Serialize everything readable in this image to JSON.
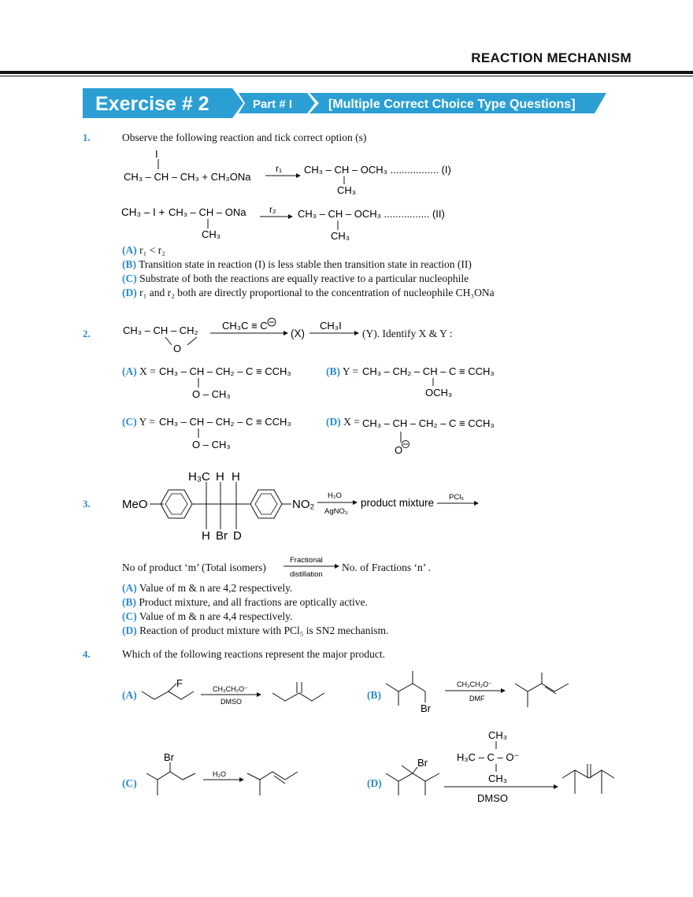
{
  "header": {
    "title": "REACTION MECHANISM"
  },
  "banner": {
    "exercise": "Exercise # 2",
    "part": "Part # I",
    "type": "[Multiple Correct Choice Type Questions]",
    "colors": {
      "banner": "#2b9fd3",
      "text": "#ffffff"
    }
  },
  "q1": {
    "number": "1.",
    "stem": "Observe the following reaction and tick correct option (s)",
    "options": [
      {
        "label": "(A)",
        "text": "r₁ < r₂"
      },
      {
        "label": "(B)",
        "text": "Transition state in reaction (I) is less stable then transition state in reaction (II)"
      },
      {
        "label": "(C)",
        "text": "Substrate of both the reactions are equally reactive to a particular nucleophile"
      },
      {
        "label": "(D)",
        "text": "r₁ and r₂ both are directly proportional to the concentration of nucleophile CH₃ONa"
      }
    ]
  },
  "q2": {
    "number": "2.",
    "tail": "(Y). Identify X & Y :",
    "options": [
      {
        "label": "(A)",
        "text": "X ="
      },
      {
        "label": "(B)",
        "text": "Y ="
      },
      {
        "label": "(C)",
        "text": "Y ="
      },
      {
        "label": "(D)",
        "text": "X ="
      }
    ]
  },
  "q3": {
    "number": "3.",
    "line": "No of product ‘m’ (Total isomers)",
    "line_end": "No. of  Fractions ‘n’ .",
    "options": [
      {
        "label": "(A)",
        "text": "Value of m & n are 4,2 respectively."
      },
      {
        "label": "(B)",
        "text": "Product mixture, and all fractions are optically active."
      },
      {
        "label": "(C)",
        "text": "Value of m & n are 4,4 respectively."
      },
      {
        "label": "(D)",
        "text": "Reaction of product mixture with PCl₅ is SN2 mechanism."
      }
    ]
  },
  "q4": {
    "number": "4.",
    "stem": "Which of the following reactions represent the major product.",
    "options": [
      {
        "label": "(A)"
      },
      {
        "label": "(B)"
      },
      {
        "label": "(C)"
      },
      {
        "label": "(D)"
      }
    ]
  }
}
